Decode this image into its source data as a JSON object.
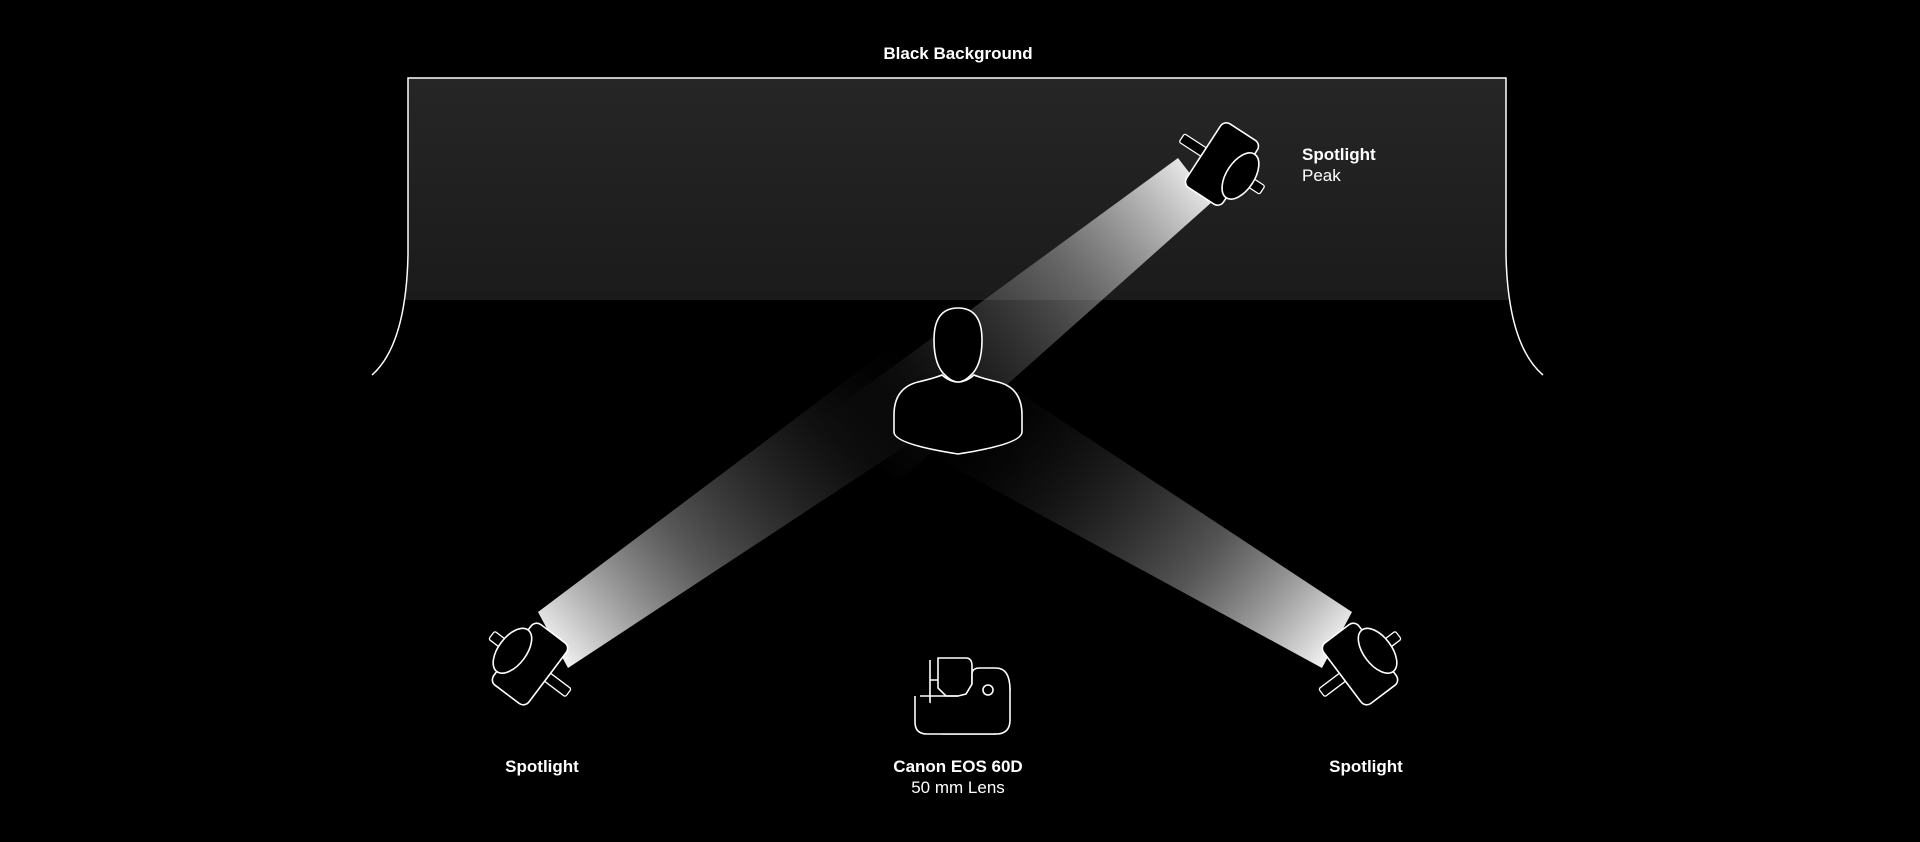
{
  "backdrop": {
    "label": "Black Background"
  },
  "lights": {
    "top_right": {
      "title": "Spotlight",
      "subtitle": "Peak"
    },
    "bottom_left": {
      "title": "Spotlight"
    },
    "bottom_right": {
      "title": "Spotlight"
    }
  },
  "camera": {
    "title": "Canon EOS 60D",
    "subtitle": "50 mm Lens"
  },
  "colors": {
    "background": "#000000",
    "stroke": "#ffffff",
    "beam": "#ffffff"
  }
}
